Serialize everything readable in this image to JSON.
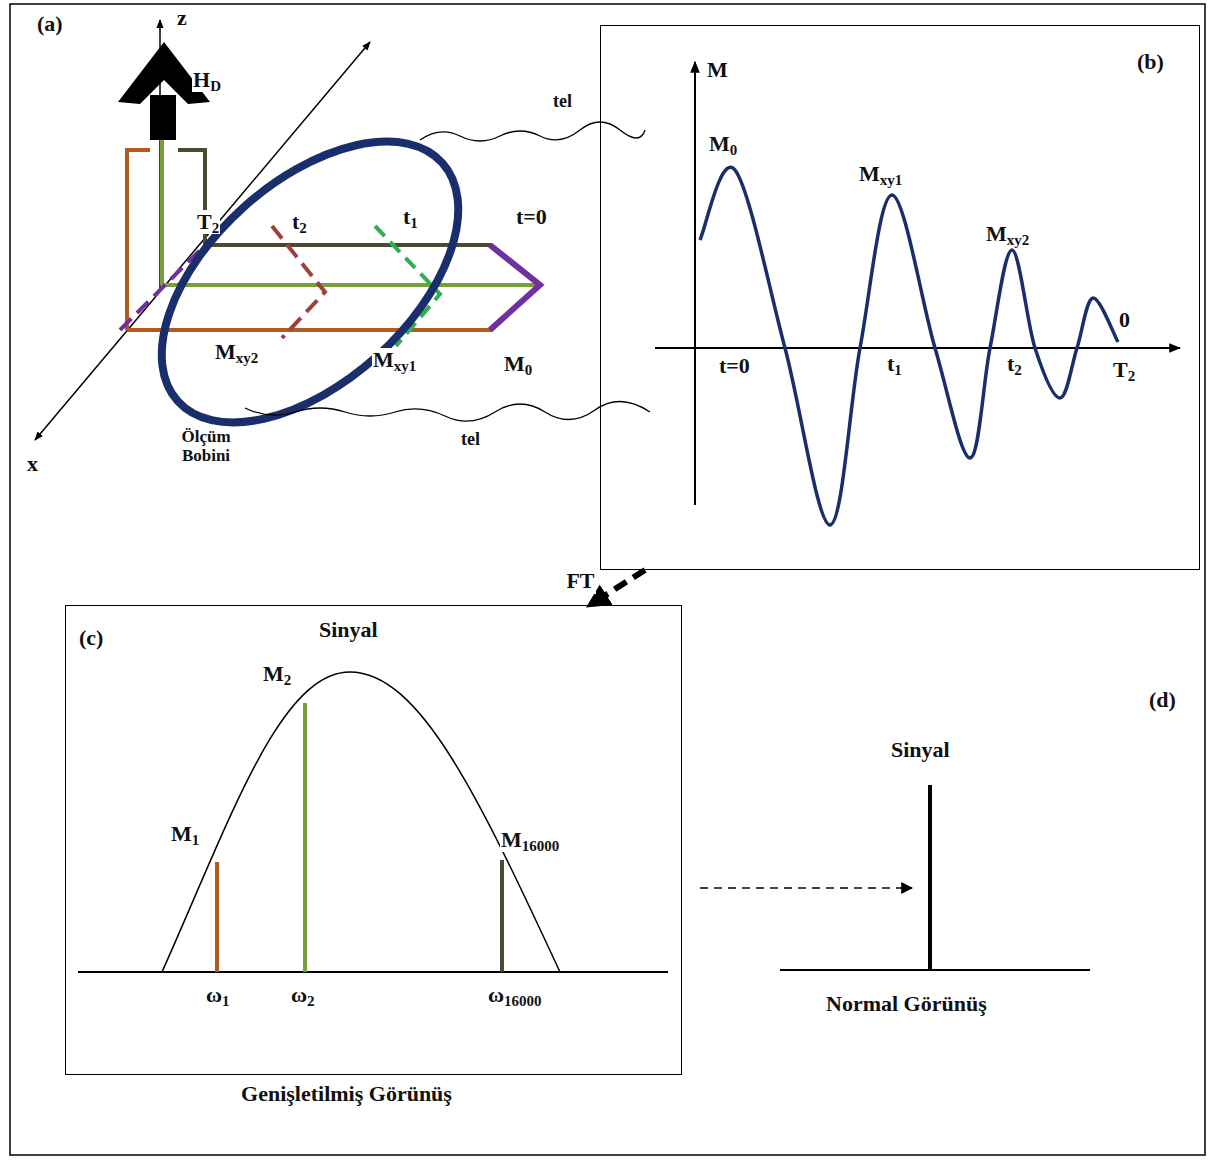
{
  "diagram": {
    "nodes": [
      {
        "text": [
          "(b)"
        ]
      },
      {
        "text": [
          "(c)",
          "Genişletilmiş Görünüş"
        ]
      }
    ],
    "edges": [
      {
        "from": 0,
        "to": 1,
        "arrow": "to",
        "label": "FT"
      }
    ],
    "labels": [
      "(a)",
      "z",
      "HD",
      "tel",
      "T2",
      "t2",
      "t1",
      "t=0",
      "Mxy2",
      "Mxy1",
      "M0",
      "Ölçüm Bobini",
      "tel",
      "x",
      "M",
      "M0",
      "Mxy1",
      "Mxy2",
      "0",
      "t=0",
      "t1",
      "t2",
      "T2",
      "Sinyal",
      "M2",
      "M1",
      "M16000",
      "ω1",
      "ω2",
      "ω16000",
      "(d)",
      "Sinyal",
      "Normal Görünüş"
    ]
  }
}
